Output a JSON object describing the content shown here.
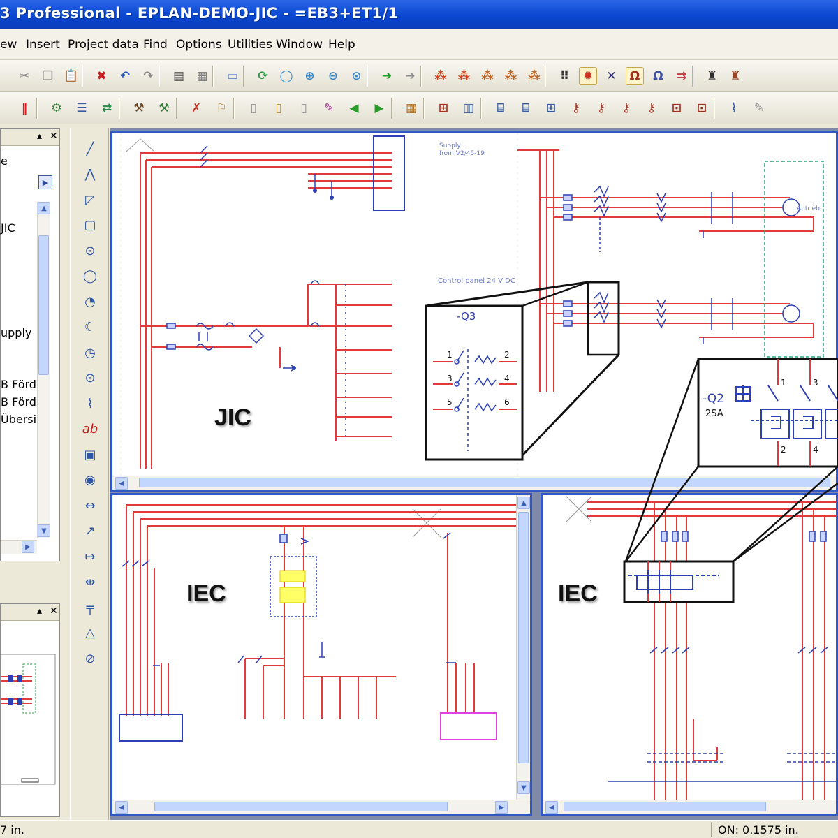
{
  "window": {
    "title": "3 Professional - EPLAN-DEMO-JIC - =EB3+ET1/1"
  },
  "menu": [
    "ew",
    "Insert",
    "Project data",
    "Find",
    "Options",
    "Utilities",
    "Window",
    "Help"
  ],
  "toolbar1": [
    {
      "icon": "cut-icon",
      "glyph": "✂",
      "color": "#8a8a8a"
    },
    {
      "icon": "copy-icon",
      "glyph": "❐",
      "color": "#8a8a8a"
    },
    {
      "icon": "paste-icon",
      "glyph": "📋",
      "color": "#a08a4a"
    },
    {
      "icon": "delete-icon",
      "glyph": "✖",
      "color": "#c82020"
    },
    {
      "icon": "undo-icon",
      "glyph": "↶",
      "color": "#2a58c0"
    },
    {
      "icon": "redo-icon",
      "glyph": "↷",
      "color": "#8a8a8a"
    },
    {
      "icon": "page-icon",
      "glyph": "▤",
      "color": "#5a5a5a"
    },
    {
      "icon": "table-icon",
      "glyph": "▦",
      "color": "#7a7a7a"
    },
    {
      "icon": "monitor-icon",
      "glyph": "▭",
      "color": "#2a58c0"
    },
    {
      "icon": "refresh-icon",
      "glyph": "⟳",
      "color": "#2a9a4a"
    },
    {
      "icon": "zoom-window-icon",
      "glyph": "◯",
      "color": "#3a8ad0"
    },
    {
      "icon": "zoom-in-icon",
      "glyph": "⊕",
      "color": "#3a8ad0"
    },
    {
      "icon": "zoom-out-icon",
      "glyph": "⊖",
      "color": "#3a8ad0"
    },
    {
      "icon": "zoom-all-icon",
      "glyph": "⊙",
      "color": "#3a8ad0"
    },
    {
      "icon": "forward-icon",
      "glyph": "➔",
      "color": "#1fa02a"
    },
    {
      "icon": "back-icon",
      "glyph": "➔",
      "color": "#909090"
    },
    {
      "icon": "symbol-icon",
      "glyph": "⁂",
      "color": "#d04020"
    },
    {
      "icon": "symbol2-icon",
      "glyph": "⁂",
      "color": "#d04020"
    },
    {
      "icon": "symbol3-icon",
      "glyph": "⁂",
      "color": "#c06020"
    },
    {
      "icon": "symbol4-icon",
      "glyph": "⁂",
      "color": "#c06020"
    },
    {
      "icon": "symbol5-icon",
      "glyph": "⁂",
      "color": "#c06020"
    },
    {
      "icon": "grid-icon",
      "glyph": "⠿",
      "color": "#303030"
    },
    {
      "icon": "snap-icon",
      "glyph": "✹",
      "color": "#d03020"
    },
    {
      "icon": "intersect-icon",
      "glyph": "✕",
      "color": "#303080"
    },
    {
      "icon": "omega-icon",
      "glyph": "Ω",
      "color": "#a03020"
    },
    {
      "icon": "ohm2-icon",
      "glyph": "Ω",
      "color": "#4050a0"
    },
    {
      "icon": "split-icon",
      "glyph": "⇉",
      "color": "#c04040"
    },
    {
      "icon": "plc-icon",
      "glyph": "♜",
      "color": "#303030"
    },
    {
      "icon": "plc2-icon",
      "glyph": "♜",
      "color": "#a04020"
    }
  ],
  "toolbar2": [
    {
      "icon": "pause-icon",
      "glyph": "‖",
      "color": "#d02020"
    },
    {
      "icon": "project-icon",
      "glyph": "⚙",
      "color": "#3a7a3a"
    },
    {
      "icon": "tree-icon",
      "glyph": "☰",
      "color": "#3a5aa0"
    },
    {
      "icon": "nav-icon",
      "glyph": "⇄",
      "color": "#2a8a4a"
    },
    {
      "icon": "parts-icon",
      "glyph": "⚒",
      "color": "#6a4a2a"
    },
    {
      "icon": "parts2-icon",
      "glyph": "⚒",
      "color": "#3a7a3a"
    },
    {
      "icon": "check-icon",
      "glyph": "✗",
      "color": "#c03020"
    },
    {
      "icon": "report-icon",
      "glyph": "⚐",
      "color": "#b07020"
    },
    {
      "icon": "page-new-icon",
      "glyph": "▯",
      "color": "#909090"
    },
    {
      "icon": "page-new2-icon",
      "glyph": "▯",
      "color": "#b08a20"
    },
    {
      "icon": "page-open-icon",
      "glyph": "▯",
      "color": "#909090"
    },
    {
      "icon": "page-edit-icon",
      "glyph": "✎",
      "color": "#a03090"
    },
    {
      "icon": "page-prev-icon",
      "glyph": "◀",
      "color": "#2a9a2a"
    },
    {
      "icon": "page-next-icon",
      "glyph": "▶",
      "color": "#2a9a2a"
    },
    {
      "icon": "macro-icon",
      "glyph": "▦",
      "color": "#b07020"
    },
    {
      "icon": "terminal-icon",
      "glyph": "⊞",
      "color": "#b03020"
    },
    {
      "icon": "terminal2-icon",
      "glyph": "▥",
      "color": "#3a5aa0"
    },
    {
      "icon": "cable-icon",
      "glyph": "⌸",
      "color": "#3a5aa0"
    },
    {
      "icon": "cable2-icon",
      "glyph": "⌸",
      "color": "#3a5aa0"
    },
    {
      "icon": "connect-icon",
      "glyph": "⊞",
      "color": "#3a5aa0"
    },
    {
      "icon": "plug-icon",
      "glyph": "⚷",
      "color": "#a03020"
    },
    {
      "icon": "plug2-icon",
      "glyph": "⚷",
      "color": "#a03020"
    },
    {
      "icon": "plug3-icon",
      "glyph": "⚷",
      "color": "#a03020"
    },
    {
      "icon": "plug4-icon",
      "glyph": "⚷",
      "color": "#a03020"
    },
    {
      "icon": "box-icon",
      "glyph": "⊡",
      "color": "#a03020"
    },
    {
      "icon": "box2-icon",
      "glyph": "⊡",
      "color": "#a03020"
    },
    {
      "icon": "wire-icon",
      "glyph": "⌇",
      "color": "#3a5aa0"
    },
    {
      "icon": "edit-icon",
      "glyph": "✎",
      "color": "#909090"
    }
  ],
  "navigator": {
    "items": [
      "e",
      "JIC",
      "upply",
      "B Förd",
      "B Förd",
      "Übersi"
    ]
  },
  "drawing_tools": [
    "line-icon",
    "polyline-icon",
    "polygon-icon",
    "rectangle-icon",
    "circle-icon",
    "circle2-icon",
    "arc-icon",
    "arc2-icon",
    "clock-icon",
    "ellipse-icon",
    "spline-icon",
    "text-icon",
    "image-icon",
    "globe-icon",
    "dimension-icon",
    "dimension2-icon",
    "dimension3-icon",
    "dimension4-icon",
    "dimension5-icon",
    "angle-icon",
    "radius-icon"
  ],
  "drawing_glyphs": [
    "╱",
    "⋀",
    "◸",
    "▢",
    "⊙",
    "◯",
    "◔",
    "☾",
    "◷",
    "⊙",
    "⌇",
    "ab",
    "▣",
    "◉",
    "↔",
    "↗",
    "↦",
    "⇹",
    "╤",
    "△",
    "⊘"
  ],
  "schematics": {
    "jic": {
      "tag": "JIC",
      "supply_note": "Supply\nfrom V2/45-19",
      "control_note": "Control panel 24 V DC",
      "motor_label": "Antrieb"
    },
    "iec_left": {
      "tag": "IEC"
    },
    "iec_right": {
      "tag": "IEC"
    }
  },
  "callout_q3": {
    "label": "-Q3",
    "pins": [
      "1",
      "2",
      "3",
      "4",
      "5",
      "6"
    ]
  },
  "callout_q2": {
    "label": "-Q2",
    "sub": "2SA",
    "pins": [
      "1",
      "3",
      "2",
      "4"
    ]
  },
  "status": {
    "left": "7 in.",
    "right": "ON: 0.1575 in."
  },
  "colors": {
    "wire": "#e03a3a",
    "symbol": "#2c3fb4",
    "window_border": "#3258c6",
    "titlebar": "#0a46d0"
  }
}
